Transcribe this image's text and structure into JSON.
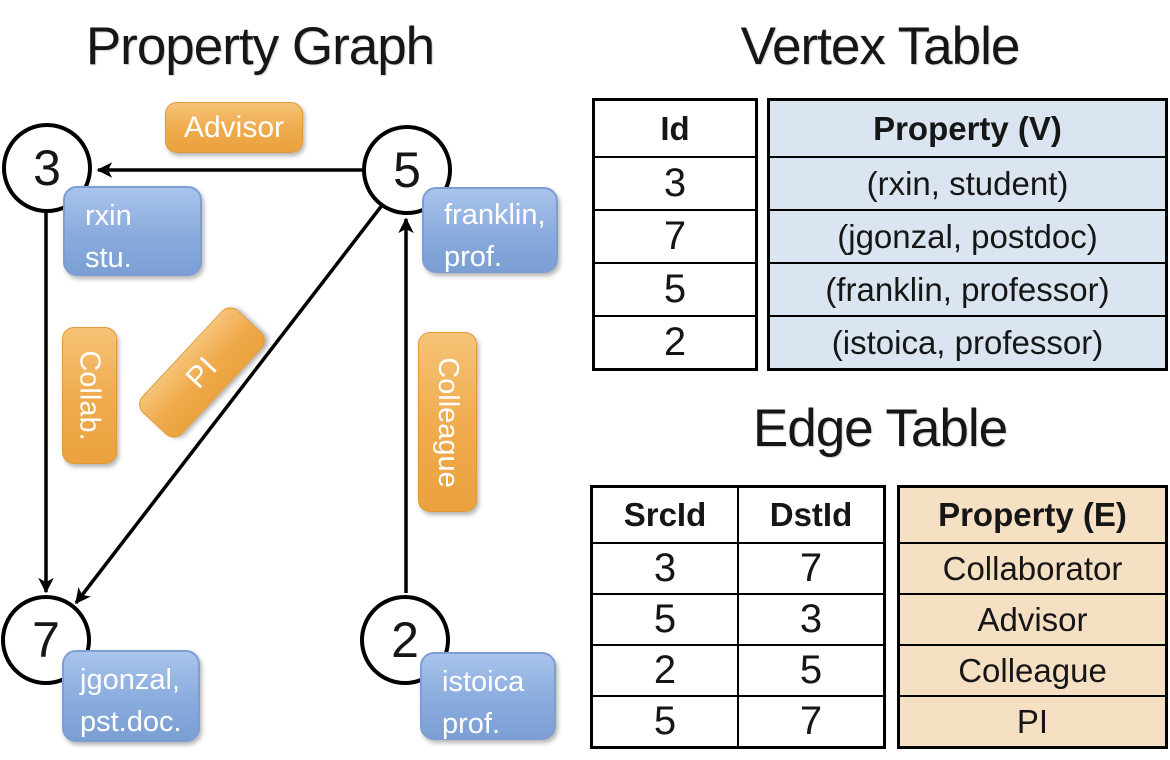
{
  "graph": {
    "title": "Property Graph",
    "nodes": [
      {
        "id": "3",
        "prop_line1": "rxin",
        "prop_line2": "stu."
      },
      {
        "id": "5",
        "prop_line1": "franklin,",
        "prop_line2": "prof."
      },
      {
        "id": "7",
        "prop_line1": "jgonzal,",
        "prop_line2": "pst.doc."
      },
      {
        "id": "2",
        "prop_line1": "istoica",
        "prop_line2": "prof."
      }
    ],
    "edge_labels": {
      "advisor": "Advisor",
      "collab": "Collab.",
      "pi": "PI",
      "colleague": "Colleague"
    },
    "edges": [
      {
        "src": "5",
        "dst": "3",
        "label": "Advisor"
      },
      {
        "src": "3",
        "dst": "7",
        "label": "Collab."
      },
      {
        "src": "5",
        "dst": "7",
        "label": "PI"
      },
      {
        "src": "2",
        "dst": "5",
        "label": "Colleague"
      }
    ]
  },
  "vertex_table": {
    "title": "Vertex Table",
    "headers": [
      "Id",
      "Property (V)"
    ],
    "rows": [
      {
        "id": "3",
        "property": "(rxin, student)"
      },
      {
        "id": "7",
        "property": "(jgonzal, postdoc)"
      },
      {
        "id": "5",
        "property": "(franklin, professor)"
      },
      {
        "id": "2",
        "property": "(istoica, professor)"
      }
    ]
  },
  "edge_table": {
    "title": "Edge Table",
    "headers": [
      "SrcId",
      "DstId",
      "Property (E)"
    ],
    "rows": [
      {
        "src": "3",
        "dst": "7",
        "property": "Collaborator"
      },
      {
        "src": "5",
        "dst": "3",
        "property": "Advisor"
      },
      {
        "src": "2",
        "dst": "5",
        "property": "Colleague"
      },
      {
        "src": "5",
        "dst": "7",
        "property": "PI"
      }
    ]
  },
  "colors": {
    "blue_top": "#a9c4ec",
    "blue_bottom": "#7b9fd4",
    "blue_border": "#7d9ed2",
    "orange_top": "#f6c377",
    "orange_bottom": "#eba23f",
    "orange_border": "#dd9a37",
    "vertex_cell_bg": "#dbe5f1",
    "edge_cell_bg": "#f6e0c4",
    "line_color": "#000000"
  }
}
